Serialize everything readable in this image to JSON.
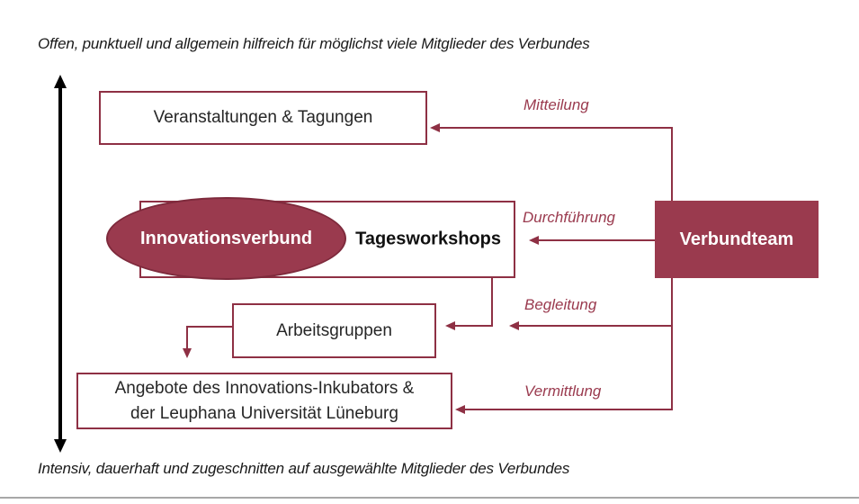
{
  "captions": {
    "top": "Offen, punktuell und allgemein hilfreich für möglichst viele Mitglieder des Verbundes",
    "bottom": "Intensiv, dauerhaft und zugeschnitten auf ausgewählte Mitglieder des Verbundes"
  },
  "nodes": {
    "innovationsverbund": "Innovationsverbund",
    "verbundteam": "Verbundteam",
    "veranstaltungen": "Veranstaltungen & Tagungen",
    "tagesworkshops": "Tagesworkshops",
    "arbeitsgruppen": "Arbeitsgruppen",
    "angebote_line1": "Angebote des Innovations-Inkubators &",
    "angebote_line2": "der Leuphana Universität Lüneburg"
  },
  "arrow_labels": {
    "mitteilung": "Mitteilung",
    "durchfuehrung": "Durchführung",
    "begleitung": "Begleitung",
    "vermittlung": "Vermittlung"
  },
  "colors": {
    "maroon_fill": "#9a3a4e",
    "maroon_line": "#8e3044",
    "black": "#000000",
    "text": "#262626",
    "divider": "#a8a8a8",
    "background": "#ffffff"
  }
}
